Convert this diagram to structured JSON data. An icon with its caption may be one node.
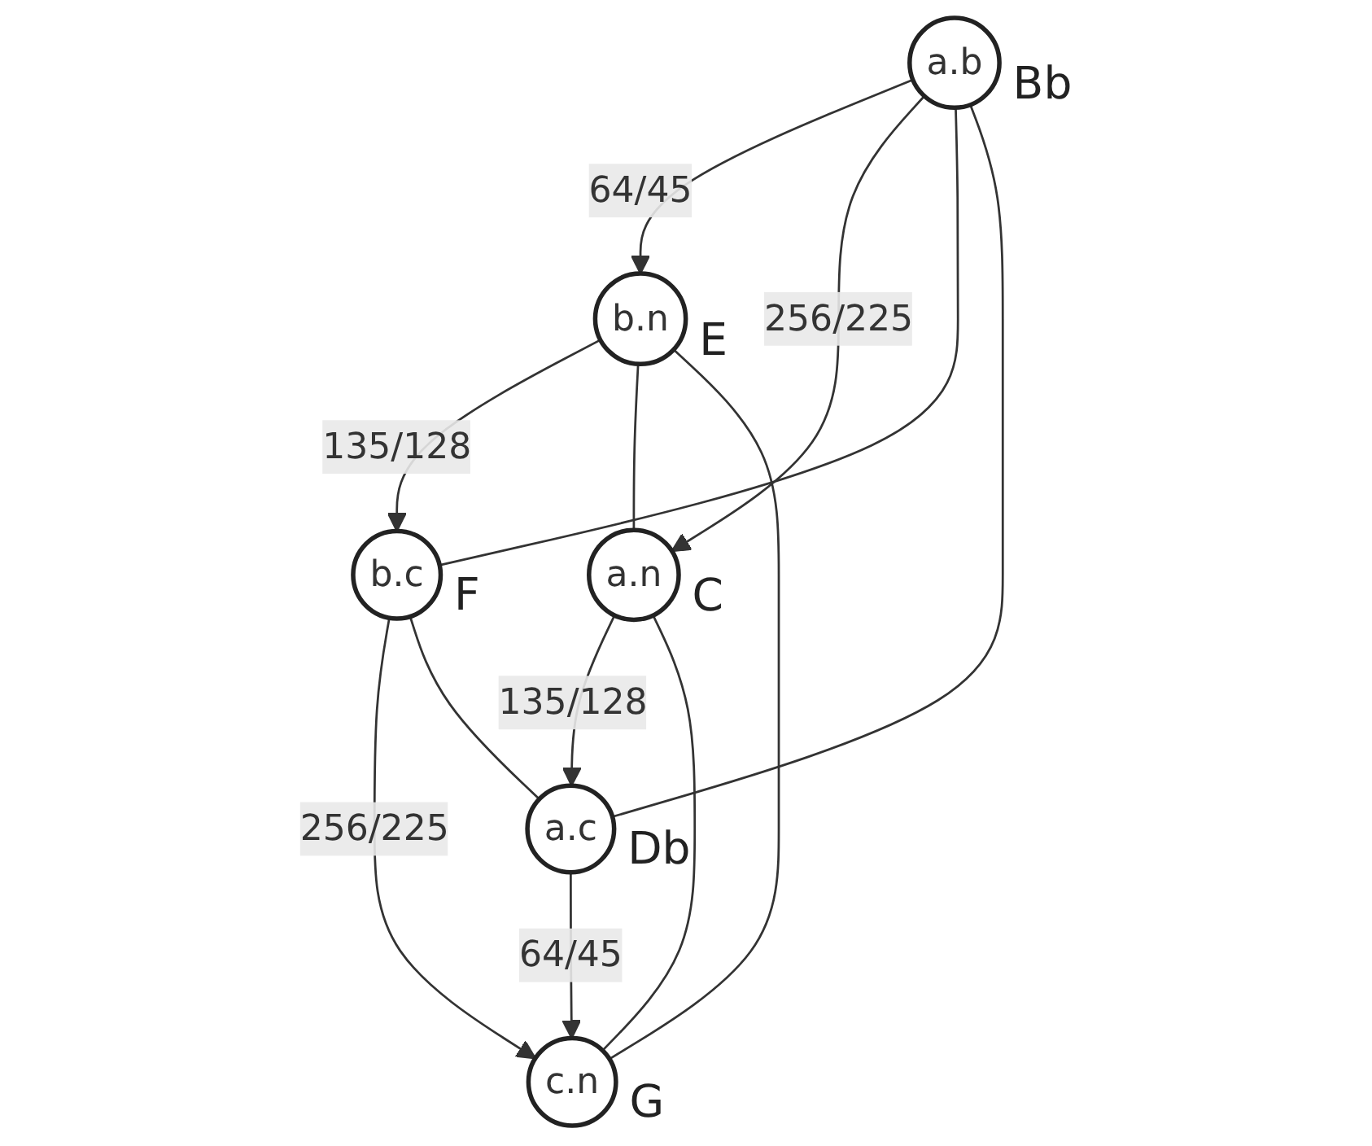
{
  "diagram": {
    "nodes": [
      {
        "text": [
          "b.n"
        ],
        "beside": [
          "E"
        ]
      },
      {
        "text": [
          "a.b"
        ],
        "beside": [
          "Bb"
        ]
      },
      {
        "text": [
          "b.c"
        ],
        "beside": [
          "F"
        ]
      },
      {
        "text": [
          "a.n"
        ],
        "beside": [
          "C"
        ]
      },
      {
        "text": [
          "c.n"
        ],
        "beside": [
          "G"
        ]
      },
      {
        "text": [
          "a.c"
        ],
        "beside": [
          "Db"
        ]
      }
    ],
    "edges": [
      {
        "from": 1,
        "to": 0,
        "arrow": "to",
        "label": "64/45"
      },
      {
        "from": 0,
        "to": 2,
        "arrow": "to",
        "label": "135/128"
      },
      {
        "from": 2,
        "to": 4,
        "arrow": "to",
        "label": "256/225"
      },
      {
        "from": 1,
        "to": 3,
        "arrow": "to",
        "label": "256/225"
      },
      {
        "from": 3,
        "to": 5,
        "arrow": "to",
        "label": "135/128"
      },
      {
        "from": 5,
        "to": 4,
        "arrow": "to",
        "label": "64/45"
      },
      {
        "from": 0,
        "to": 3,
        "arrow": "none"
      },
      {
        "from": 0,
        "to": 4,
        "arrow": "none"
      },
      {
        "from": 1,
        "to": 2,
        "arrow": "none"
      },
      {
        "from": 1,
        "to": 5,
        "arrow": "none"
      },
      {
        "from": 2,
        "to": 5,
        "arrow": "none"
      },
      {
        "from": 3,
        "to": 4,
        "arrow": "none"
      }
    ]
  }
}
